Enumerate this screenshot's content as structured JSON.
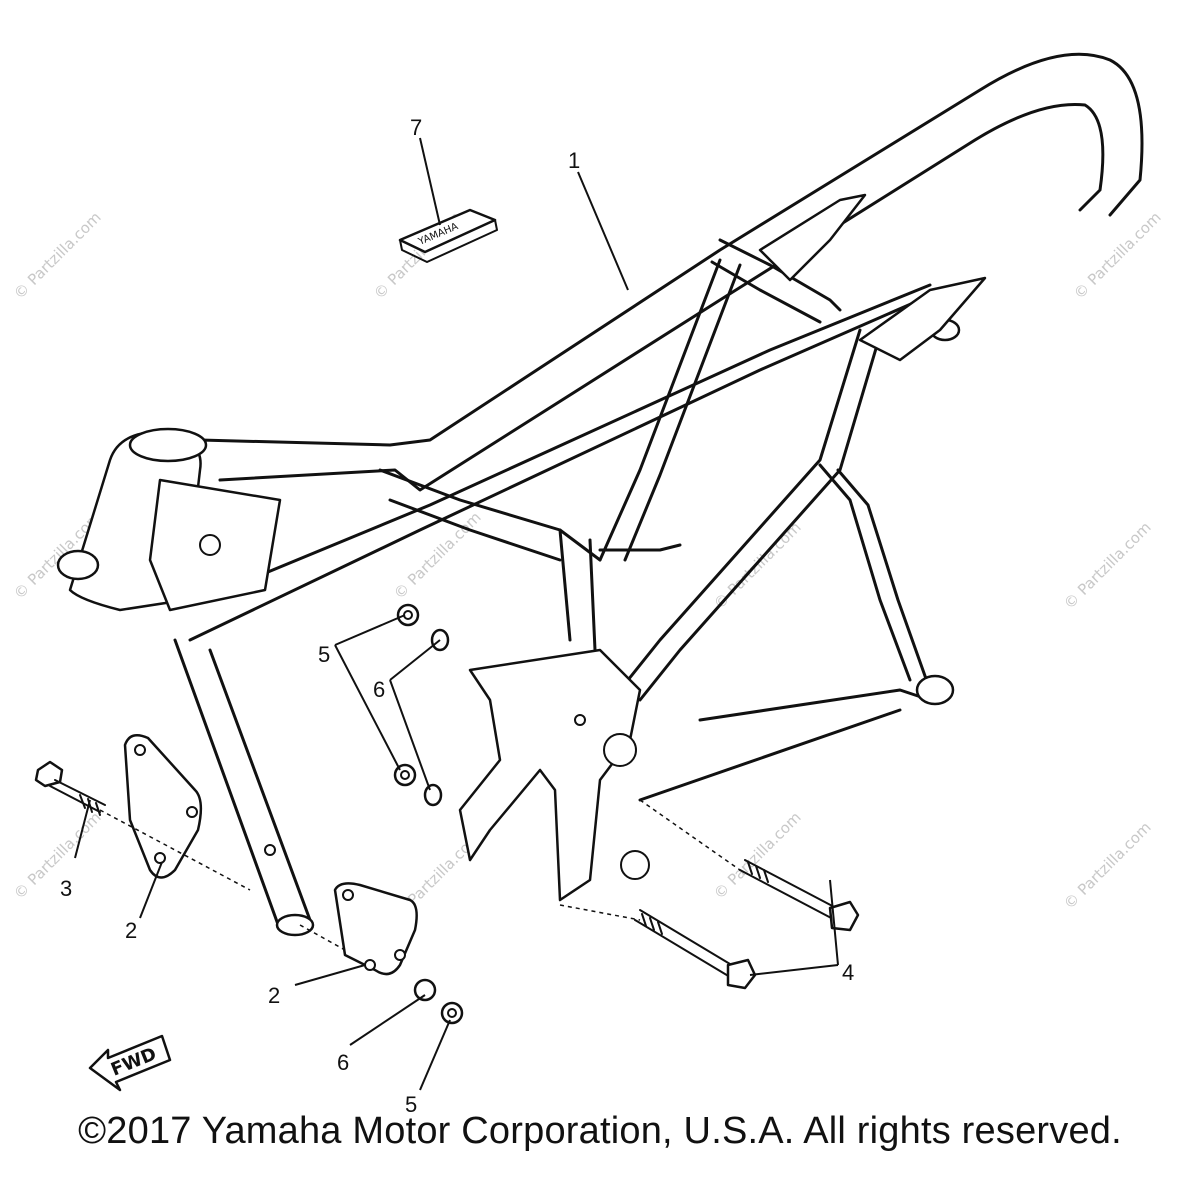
{
  "copyright": "©2017 Yamaha Motor Corporation, U.S.A. All rights reserved.",
  "watermark": "© Partzilla.com",
  "fwd_label": "FWD",
  "emblem_text": "YAMAHA",
  "callouts": {
    "c1": "1",
    "c2a": "2",
    "c2b": "2",
    "c3": "3",
    "c4": "4",
    "c5a": "5",
    "c5b": "5",
    "c6a": "6",
    "c6b": "6",
    "c7": "7"
  }
}
